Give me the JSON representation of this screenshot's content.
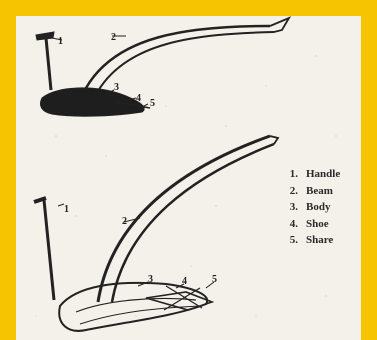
{
  "legend": [
    {
      "number": "1.",
      "label": "Handle"
    },
    {
      "number": "2.",
      "label": "Beam"
    },
    {
      "number": "3.",
      "label": "Body"
    },
    {
      "number": "4.",
      "label": "Shoe"
    },
    {
      "number": "5.",
      "label": "Share"
    }
  ],
  "top_callouts": [
    "1",
    "2",
    "3",
    "4",
    "5"
  ],
  "bottom_callouts": [
    "1",
    "2",
    "3",
    "4",
    "5"
  ],
  "colors": {
    "border": "#f6c400",
    "paper": "#f4f1ea",
    "ink": "#222222"
  }
}
